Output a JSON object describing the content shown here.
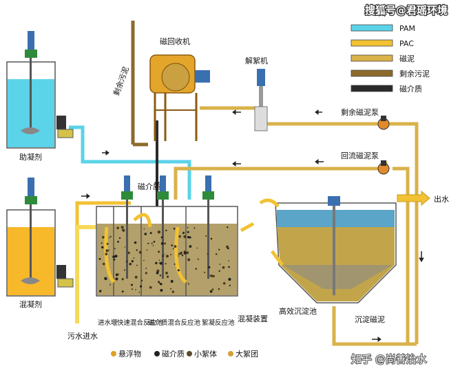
{
  "watermark_top": "搜狐号@君瑶环境",
  "watermark_bottom": "知乎 @尚善治水",
  "legend": [
    {
      "label": "PAM",
      "color": "#5bd3e8"
    },
    {
      "label": "PAC",
      "color": "#f2c233"
    },
    {
      "label": "磁泥",
      "color": "#d9b24a"
    },
    {
      "label": "剩余污泥",
      "color": "#8c6a2a"
    },
    {
      "label": "磁介质",
      "color": "#2a2a2a"
    }
  ],
  "labels": {
    "coagulant_aid": "助凝剂",
    "coagulant": "混凝剂",
    "magnetic_recovery": "磁回收机",
    "residual_sludge_vertical": "剩余污泥",
    "disperser": "解絮机",
    "residual_sludge_pump": "剩余磁泥泵",
    "return_sludge_pump": "回流磁泥泵",
    "magnetic_media": "磁介质",
    "outlet_water": "出水",
    "sewage_inlet": "污水进水",
    "inlet_channel": "进水堰",
    "rapid_mixing": "快速混合反应池",
    "magnetic_mixing": "磁介质混合反应池",
    "flocculation": "絮凝反应池",
    "coag_device": "混凝装置",
    "sedimentation": "高效沉淀池",
    "settled_sludge": "沉淀磁泥"
  },
  "bottom_legend": [
    {
      "label": "悬浮物",
      "color": "#e0a020"
    },
    {
      "label": "磁介质",
      "color": "#222222"
    },
    {
      "label": "小絮体",
      "color": "#5a4a2a"
    },
    {
      "label": "大絮团",
      "color": "#d4a03a"
    }
  ]
}
